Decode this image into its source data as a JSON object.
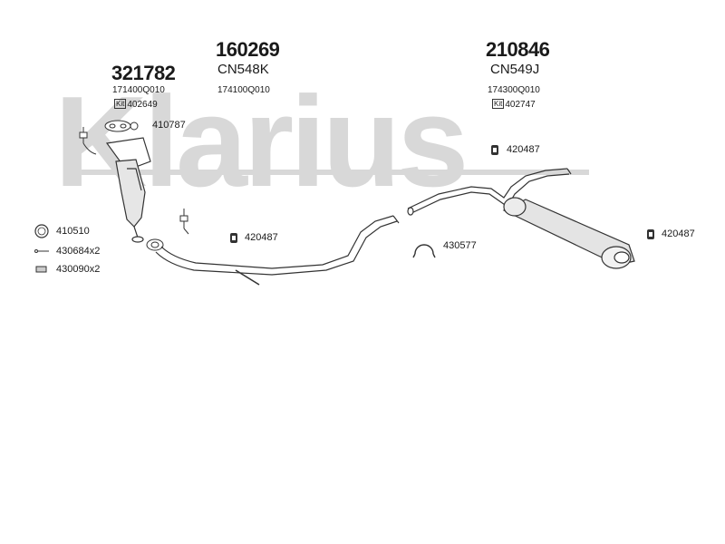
{
  "watermark": "Klarius",
  "groups": [
    {
      "number": "321782",
      "oem": "171400Q010",
      "kit_badge": "Kit",
      "kit_number": "402649"
    },
    {
      "number": "160269",
      "code": "CN548K",
      "oem": "174100Q010"
    },
    {
      "number": "210846",
      "code": "CN549J",
      "oem": "174300Q010",
      "kit_badge": "Kit",
      "kit_number": "402747"
    }
  ],
  "parts": {
    "gasket_top": "410787",
    "ring": "410510",
    "bolt": "430684x2",
    "nut": "430090x2",
    "mount_mid": "420487",
    "mount_top_right": "420487",
    "mount_right": "420487",
    "clamp": "430577"
  }
}
